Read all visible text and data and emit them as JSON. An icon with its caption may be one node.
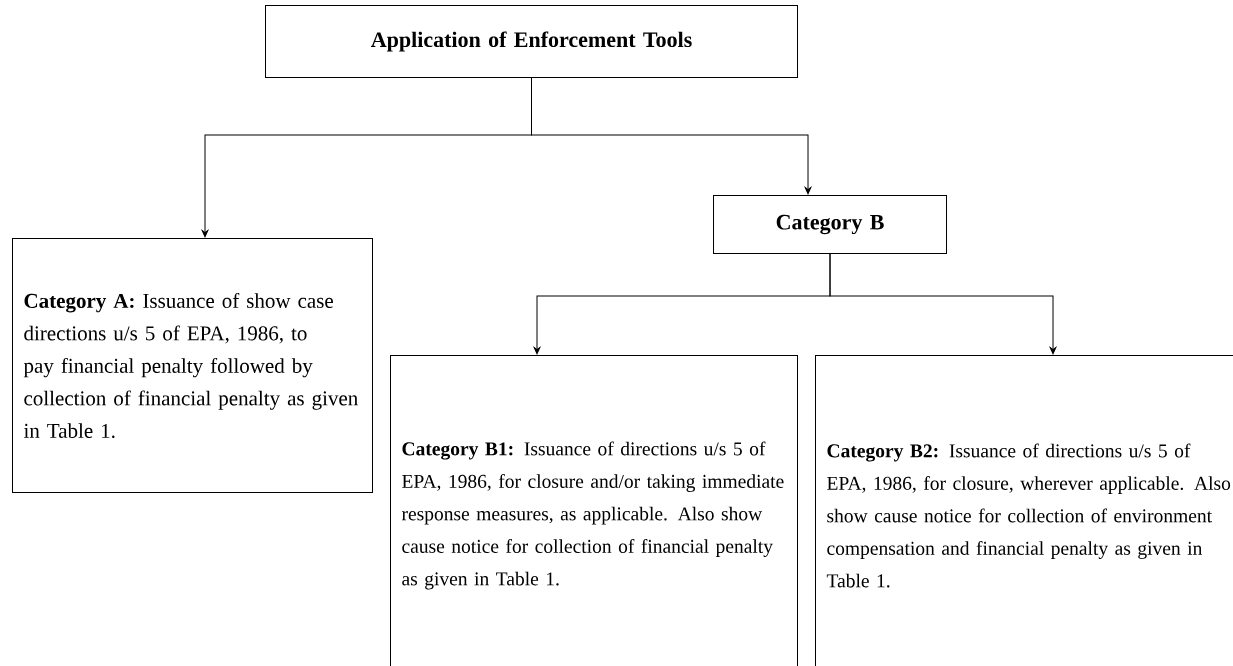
{
  "diagram": {
    "nodes": [
      {
        "text": [
          "Application of Enforcement Tools"
        ]
      },
      {
        "text": [
          "**Category A:** Issuance of show case directions u/s 5 of EPA, 1986, to pay financial penalty followed by collection of financial penalty as given in Table 1."
        ]
      },
      {
        "text": [
          "Category B"
        ]
      },
      {
        "text": [
          "**Category B1:** Issuance of directions u/s 5 of EPA, 1986, for closure and/or taking immediate response measures, as applicable. Also show cause notice for collection of financial penalty as given in Table 1."
        ]
      },
      {
        "text": [
          "**Category B2:** Issuance of directions u/s 5 of EPA, 1986, for closure, wherever applicable. Also show cause notice for collection of environment compensation and financial penalty as given in Table 1."
        ]
      }
    ],
    "edges": [
      {
        "from": 0,
        "to": 1,
        "arrow": "to"
      },
      {
        "from": 0,
        "to": 2,
        "arrow": "to"
      },
      {
        "from": 2,
        "to": 3,
        "arrow": "to"
      },
      {
        "from": 2,
        "to": 4,
        "arrow": "to"
      }
    ]
  }
}
